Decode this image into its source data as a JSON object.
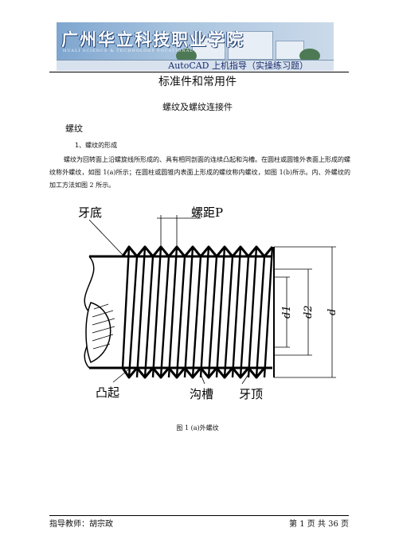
{
  "header": {
    "school_name": "广州华立科技职业学院",
    "school_name_en": "HUALI SCIENCE & TECHNOLOGY VOCATIONAL INSTITUTE",
    "course_tag": "AutoCAD 上机指导（实操练习题）"
  },
  "document": {
    "title": "标准件和常用件",
    "subtitle": "螺纹及螺纹连接件",
    "section": "螺纹",
    "subsection": "1、螺纹的形成",
    "paragraph": "螺纹为回转面上沿螺旋线所形成的、具有相同剖面的连续凸起和沟槽。在圆柱或圆锥外表面上形成的螺纹称外螺纹，如图 1(a)所示；在圆柱或圆锥内表面上形成的螺纹称内螺纹，如图 1(b)所示。内、外螺纹的加工方法如图 2 所示。"
  },
  "figure": {
    "labels": {
      "root": "牙底",
      "pitch": "螺距P",
      "crest_left": "凸起",
      "groove": "沟槽",
      "crest": "牙顶",
      "d1": "d1",
      "d2": "d2",
      "d": "d"
    },
    "caption": "图 1 (a)外螺纹"
  },
  "footer": {
    "instructor": "指导教师：胡宗政",
    "page": "第 1 页 共 36 页"
  }
}
